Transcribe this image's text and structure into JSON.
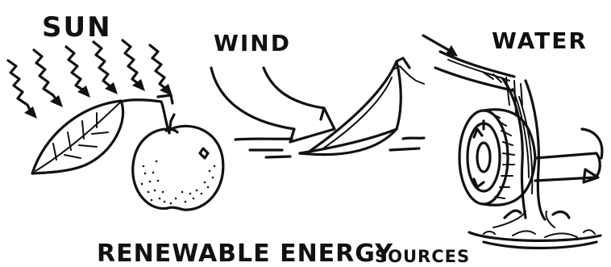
{
  "labels": {
    "sun": "SUN",
    "wind": "WIND",
    "water": "WATER"
  },
  "caption": {
    "main": "RENEWABLE ENERGY",
    "sub": "SOURCES"
  },
  "colors": {
    "ink": "#111111",
    "background": "#ffffff"
  }
}
